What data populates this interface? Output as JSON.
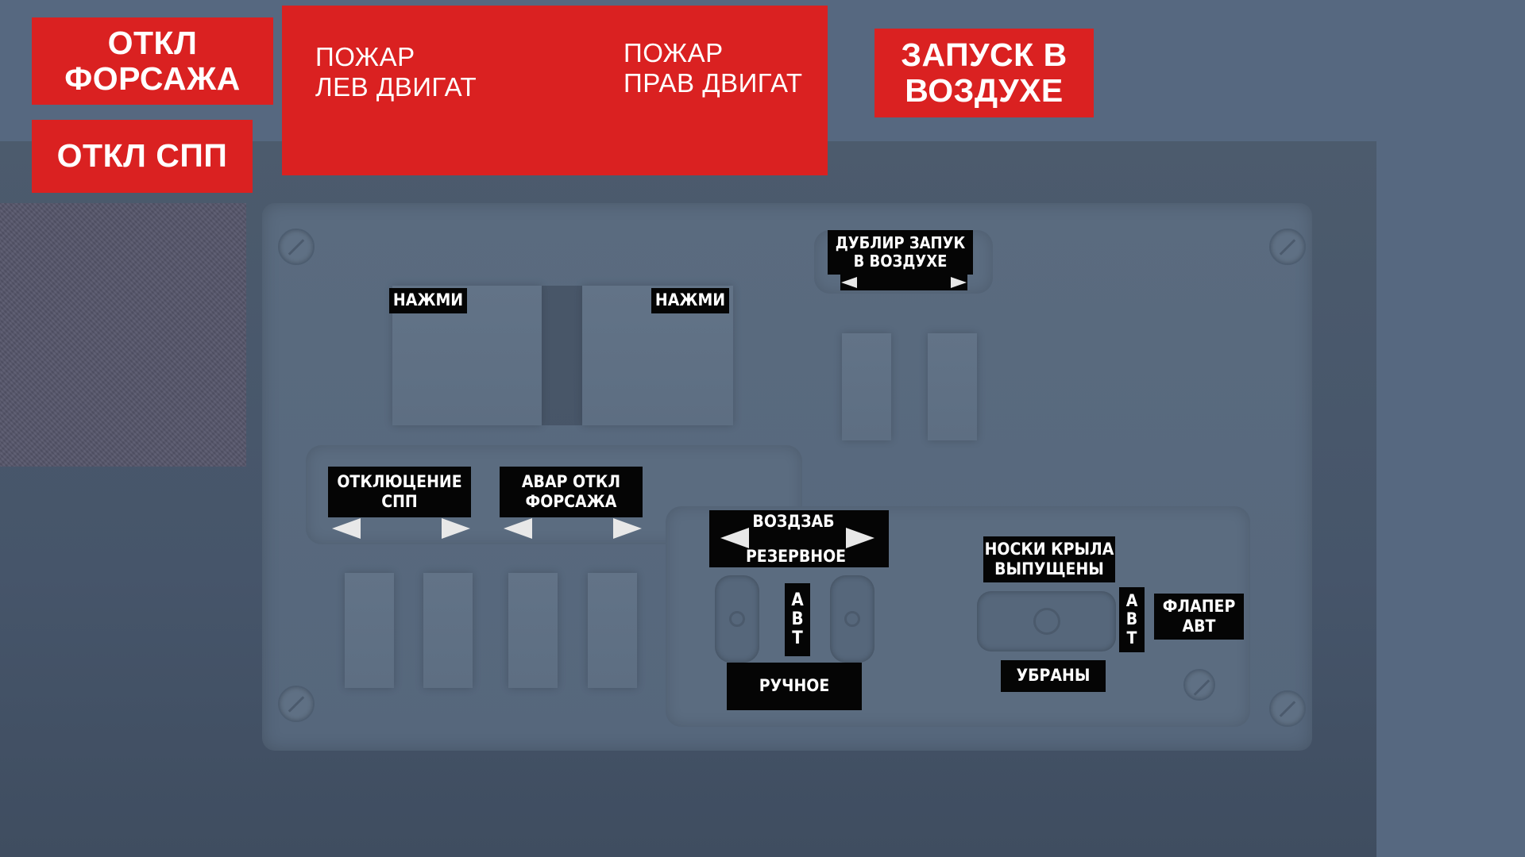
{
  "annunciators": {
    "afterburner_off": "ОТКЛ\nФОРСАЖА",
    "spp_off": "ОТКЛ СПП",
    "fire_left_engine": "ПОЖАР\nЛЕВ ДВИГАТ",
    "fire_right_engine": "ПОЖАР\nПРАВ ДВИГАТ",
    "airstart": "ЗАПУСК В\nВОЗДУХЕ"
  },
  "panel": {
    "push_left": "НАЖМИ",
    "push_right": "НАЖМИ",
    "backup_airstart": "ДУБЛИР ЗАПУК\nВ ВОЗДУХЕ",
    "spp_disable": "ОТКЛЮЦЕНИЕ\nСПП",
    "emergency_ab_off": "АВАР ОТКЛ\nФОРСАЖА",
    "airbrake": "ВОЗДЗАБ",
    "backup": "РЕЗЕРВНОЕ",
    "auto_letters": [
      "А",
      "В",
      "Т"
    ],
    "manual": "РУЧНОЕ",
    "slats_extended": "НОСКИ КРЫЛА\nВЫПУЩЕНЫ",
    "slats_retracted": "УБРАНЫ",
    "flaperon_auto": "ФЛАПЕР\nАВТ"
  },
  "colors": {
    "warning_red": "#da2121",
    "background": "#566880",
    "label_black": "#050505"
  }
}
